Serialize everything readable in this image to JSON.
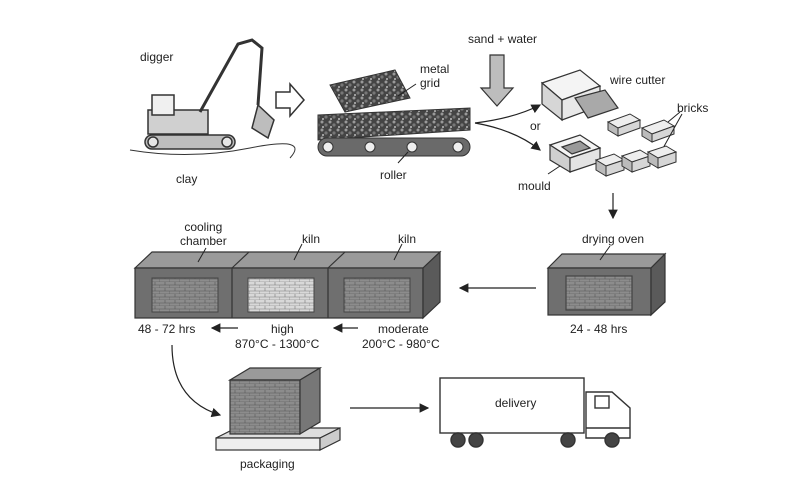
{
  "labels": {
    "digger": "digger",
    "clay": "clay",
    "metal_grid": "metal\ngrid",
    "roller": "roller",
    "sand_water": "sand + water",
    "wire_cutter": "wire cutter",
    "or": "or",
    "bricks": "bricks",
    "mould": "mould",
    "drying_oven": "drying oven",
    "drying_time": "24 - 48 hrs",
    "cooling_chamber": "cooling\nchamber",
    "kiln_high": "kiln",
    "kiln_moderate": "kiln",
    "cooling_time": "48 - 72 hrs",
    "high": "high",
    "high_temp": "870°C - 1300°C",
    "moderate": "moderate",
    "moderate_temp": "200°C - 980°C",
    "packaging": "packaging",
    "delivery": "delivery"
  },
  "colors": {
    "ink": "#222222",
    "chamber_dark": "#6f6f6f",
    "chamber_mid": "#9a9a9a",
    "brick_grey": "#8c8c8c",
    "brick_light": "#d8d8d8",
    "roller_belt": "#555555"
  }
}
